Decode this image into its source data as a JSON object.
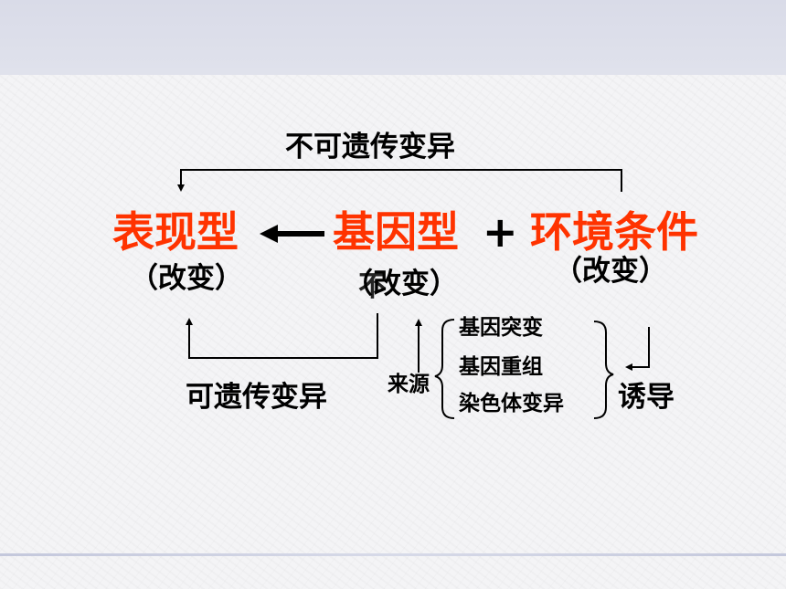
{
  "top_label": "不可遗传变异",
  "phenotype": "表现型",
  "genotype": "基因型",
  "plus": "+",
  "environment": "环境条件",
  "phenotype_note": "（改变）",
  "genotype_note": "（改变）",
  "genotype_note_overlay": "不",
  "environment_note": "（改变）",
  "bottom_label": "可遗传变异",
  "source_label": "来源",
  "sources": [
    "基因突变",
    "基因重组",
    "染色体变异"
  ],
  "induce_label": "诱导",
  "colors": {
    "highlight": "#ff3300",
    "text": "#000000"
  }
}
